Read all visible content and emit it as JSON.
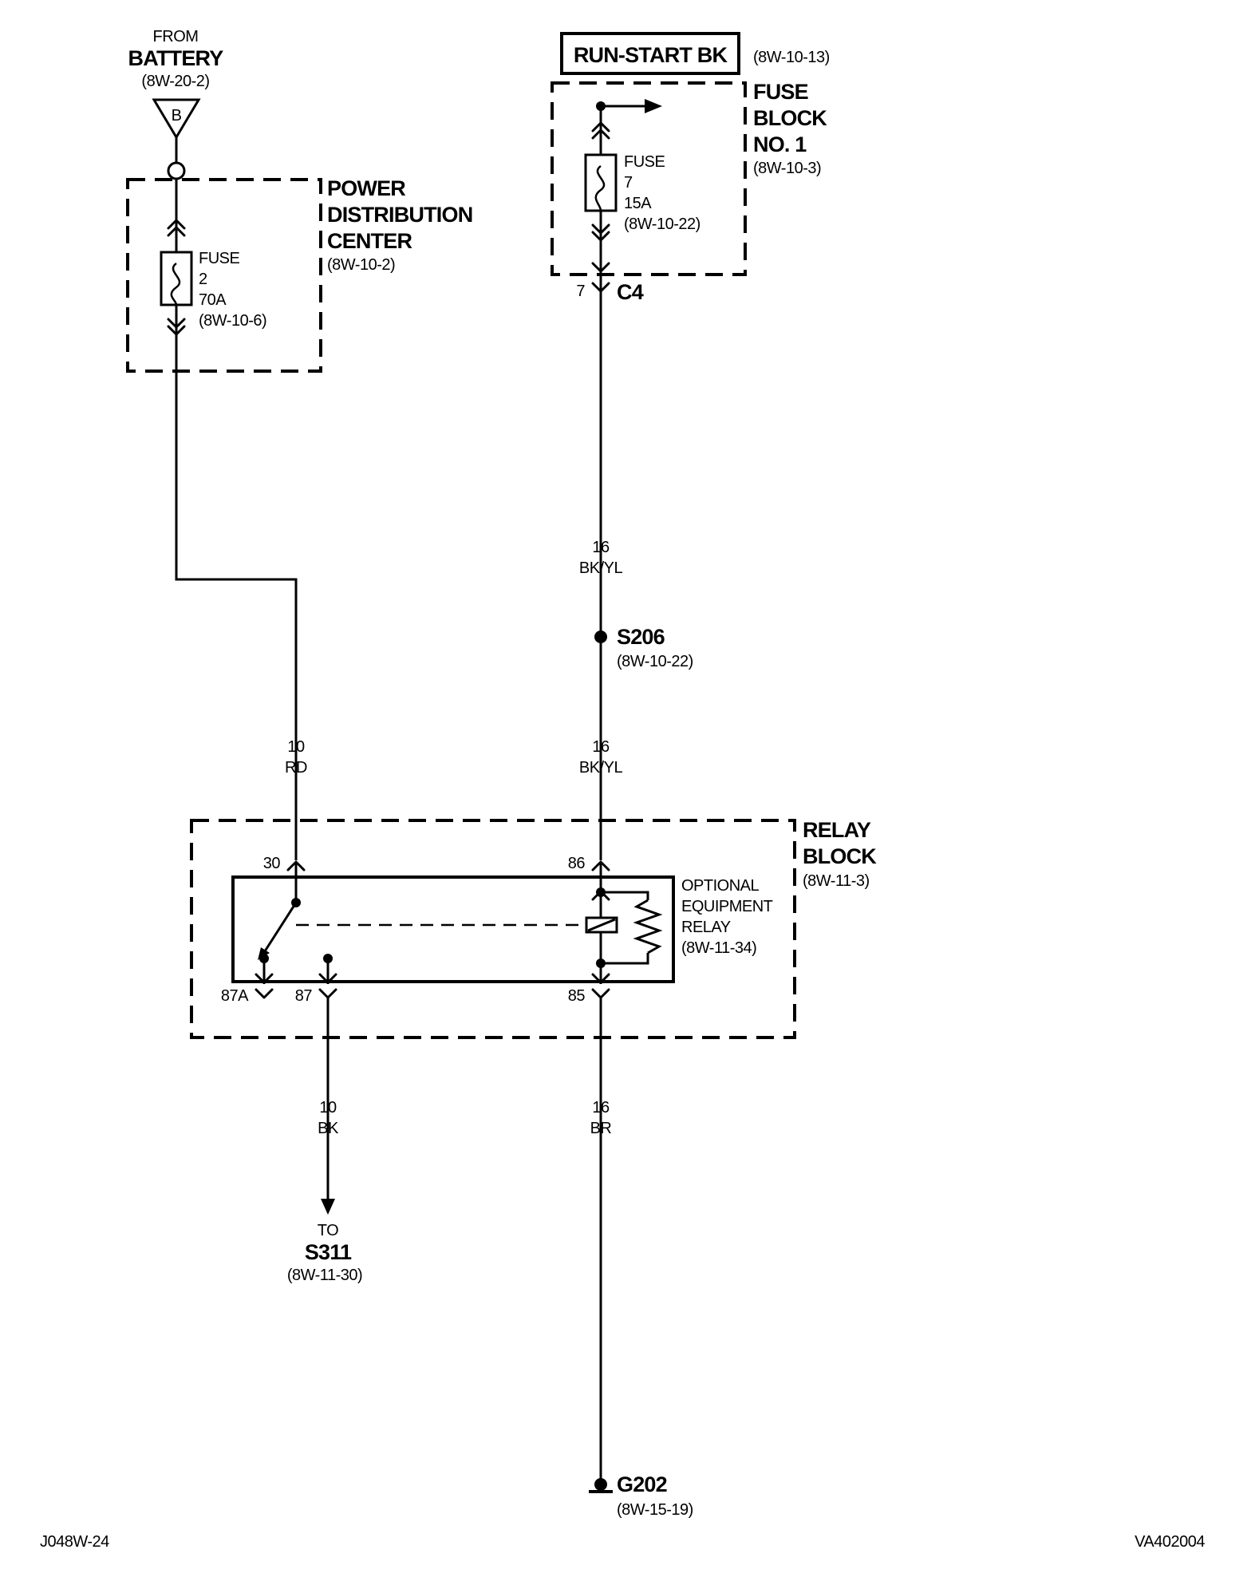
{
  "battery": {
    "from_label": "FROM",
    "name": "BATTERY",
    "ref": "(8W-20-2)",
    "connector_letter": "B"
  },
  "pdc": {
    "title_line1": "POWER",
    "title_line2": "DISTRIBUTION",
    "title_line3": "CENTER",
    "ref": "(8W-10-2)",
    "fuse": {
      "label": "FUSE",
      "number": "2",
      "rating": "70A",
      "ref": "(8W-10-6)"
    }
  },
  "run_start": {
    "label": "RUN-START BK",
    "ref": "(8W-10-13)"
  },
  "fuse_block": {
    "title_line1": "FUSE",
    "title_line2": "BLOCK",
    "title_line3": "NO. 1",
    "ref": "(8W-10-3)",
    "fuse": {
      "label": "FUSE",
      "number": "7",
      "rating": "15A",
      "ref": "(8W-10-22)"
    },
    "connector_pin": "7",
    "connector_name": "C4"
  },
  "wires": {
    "bkyl_upper": {
      "gauge": "16",
      "color": "BK/YL"
    },
    "bkyl_lower": {
      "gauge": "16",
      "color": "BK/YL"
    },
    "rd": {
      "gauge": "10",
      "color": "RD"
    },
    "bk": {
      "gauge": "10",
      "color": "BK"
    },
    "br": {
      "gauge": "16",
      "color": "BR"
    }
  },
  "splice": {
    "name": "S206",
    "ref": "(8W-10-22)"
  },
  "relay_block": {
    "title_line1": "RELAY",
    "title_line2": "BLOCK",
    "ref": "(8W-11-3)",
    "relay": {
      "line1": "OPTIONAL",
      "line2": "EQUIPMENT",
      "line3": "RELAY",
      "ref": "(8W-11-34)"
    },
    "pins": {
      "p30": "30",
      "p86": "86",
      "p87a": "87A",
      "p87": "87",
      "p85": "85"
    }
  },
  "destination": {
    "to_label": "TO",
    "name": "S311",
    "ref": "(8W-11-30)"
  },
  "ground": {
    "name": "G202",
    "ref": "(8W-15-19)"
  },
  "footer": {
    "left_code": "J048W-24",
    "right_code": "VA402004"
  }
}
